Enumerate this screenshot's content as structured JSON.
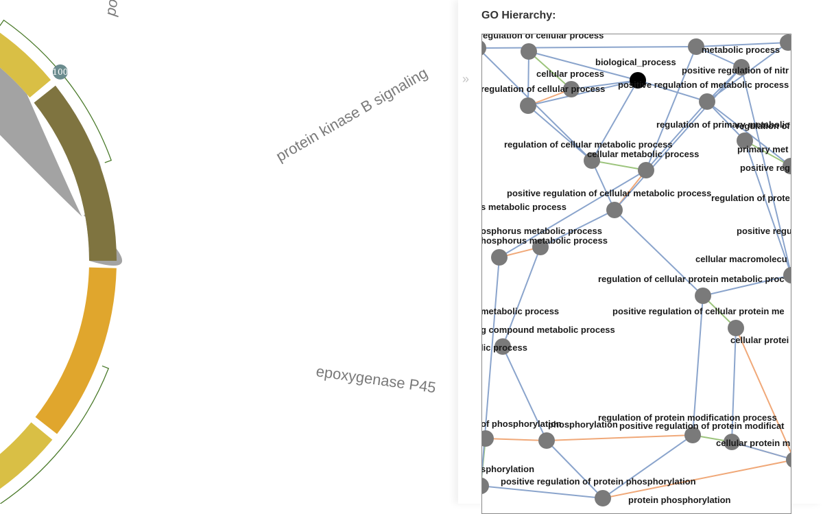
{
  "chord": {
    "labels": [
      {
        "text": "po",
        "color": "#222222"
      },
      {
        "text": "protein kinase B signaling",
        "color": "#7a7a7a"
      },
      {
        "text": "epoxygenase P45",
        "color": "#7a7a7a"
      }
    ],
    "badges": [
      {
        "text": "100",
        "color": "#6b8c8e"
      },
      {
        "text": "100",
        "color": "#6b8c8e"
      }
    ],
    "colors": {
      "yellow": "#d9bf45",
      "olive": "#7f7440",
      "orange": "#e0a62d",
      "chord_fill": "#a3a3a3",
      "bracket": "#4a7a2a"
    }
  },
  "panel": {
    "toggle_icon": "»",
    "title": "GO Hierarchy:",
    "colors": {
      "edge_blue": "#8aa4cc",
      "edge_orange": "#f0a878",
      "edge_green": "#9cc47c",
      "node": "#7a7a7a",
      "selected": "#000000"
    },
    "nodes": [
      {
        "label": "regulation of cellular process"
      },
      {
        "label": "metabolic process"
      },
      {
        "label": "biological_process"
      },
      {
        "label": "cellular process"
      },
      {
        "label": "positive regulation of nitr"
      },
      {
        "label": "regulation of cellular process"
      },
      {
        "label": "positive regulation of metabolic process"
      },
      {
        "label": "regulation of primary metabolic"
      },
      {
        "label": "regulation of"
      },
      {
        "label": "primary met"
      },
      {
        "label": "regulation of cellular metabolic process"
      },
      {
        "label": "cellular metabolic process"
      },
      {
        "label": "positive reg"
      },
      {
        "label": "positive regulation of cellular metabolic process"
      },
      {
        "label": "regulation of prote"
      },
      {
        "label": "s metabolic process"
      },
      {
        "label": "osphorus metabolic process"
      },
      {
        "label": "hosphorus metabolic process"
      },
      {
        "label": "positive regu"
      },
      {
        "label": "cellular macromolecu"
      },
      {
        "label": "regulation of cellular protein metabolic proc"
      },
      {
        "label": "metabolic process"
      },
      {
        "label": "positive regulation of cellular protein me"
      },
      {
        "label": "g compound metabolic process"
      },
      {
        "label": "cellular protei"
      },
      {
        "label": "lic process"
      },
      {
        "label": "of phosphorylation"
      },
      {
        "label": "phosphorylation"
      },
      {
        "label": "regulation of protein modification process"
      },
      {
        "label": "positive regulation of protein modificat"
      },
      {
        "label": "cellular protein m"
      },
      {
        "label": "sphorylation"
      },
      {
        "label": "positive regulation of protein phosphorylation"
      },
      {
        "label": "protein phosphorylation"
      }
    ]
  }
}
